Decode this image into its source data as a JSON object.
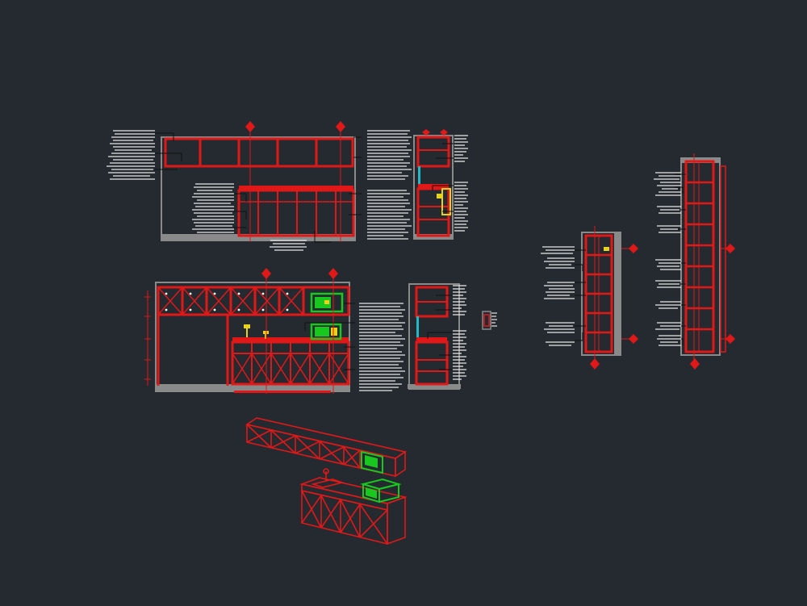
{
  "drawing": {
    "background": "#252a31",
    "line_color": "#e01818",
    "appliance_color": "#18c81e",
    "fixture_color": "#e8d21a",
    "note_color": "#ffffff"
  },
  "views": [
    {
      "name": "upper-elevation",
      "type": "elevation"
    },
    {
      "name": "upper-section",
      "type": "section"
    },
    {
      "name": "lower-elevation",
      "type": "elevation"
    },
    {
      "name": "lower-section",
      "type": "section"
    },
    {
      "name": "detail-tag",
      "type": "detail"
    },
    {
      "name": "tall-unit-a",
      "type": "section"
    },
    {
      "name": "tall-unit-b",
      "type": "section"
    },
    {
      "name": "isometric-kitchen",
      "type": "3d-view"
    }
  ]
}
